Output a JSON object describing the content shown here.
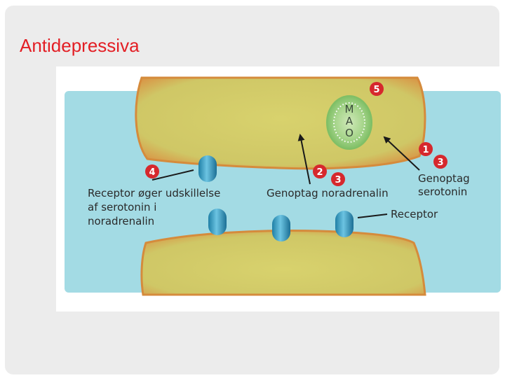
{
  "slide": {
    "title": "Antidepressiva"
  },
  "diagram": {
    "mao_letters": [
      "M",
      "A",
      "O"
    ],
    "badges": [
      "5",
      "1",
      "3",
      "4",
      "2",
      "3"
    ],
    "labels": {
      "receptor_release_line1": "Receptor øger udskillelse",
      "receptor_release_line2": "af serotonin i",
      "receptor_release_line3": "noradrenalin",
      "reuptake_noradrenalin": "Genoptag noradrenalin",
      "reuptake_serotonin_line1": "Genoptag",
      "reuptake_serotonin_line2": "serotonin",
      "receptor": "Receptor"
    },
    "colors": {
      "extracellular": "#a3dbe4",
      "cell_fill": "#d4cd6b",
      "cell_edge": "#d89a48",
      "vesicle": "#9fcf84",
      "receptor": "#3b9fc4",
      "badge": "#d6282d",
      "title": "#e31e24"
    }
  }
}
